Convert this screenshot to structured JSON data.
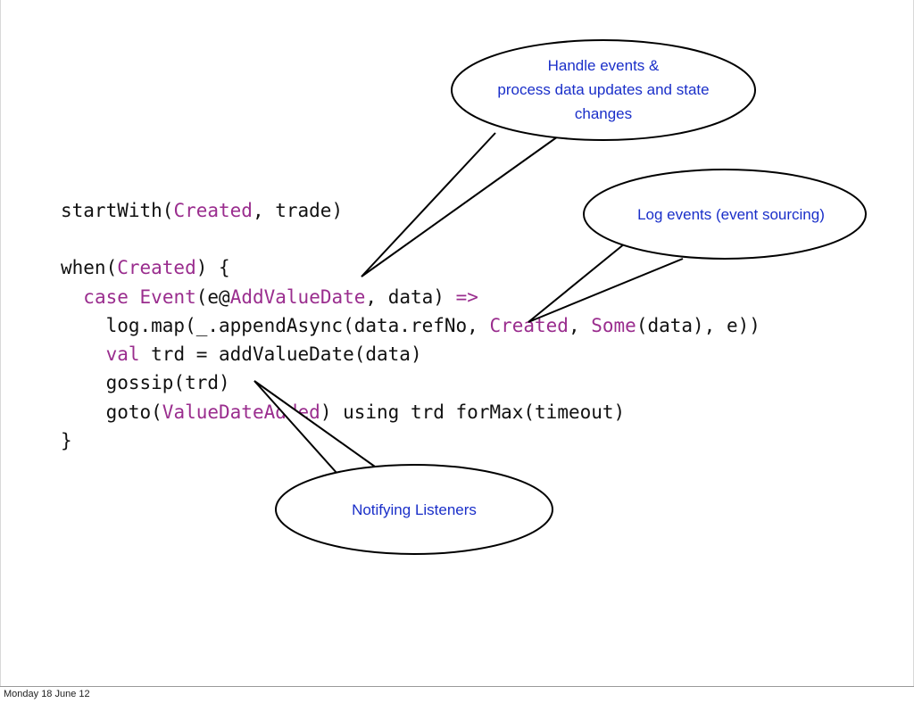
{
  "code_lines": [
    [
      {
        "t": "startWith("
      },
      {
        "t": "Created",
        "k": true
      },
      {
        "t": ", trade)"
      }
    ],
    [],
    [
      {
        "t": "when("
      },
      {
        "t": "Created",
        "k": true
      },
      {
        "t": ") {"
      }
    ],
    [
      {
        "t": "  "
      },
      {
        "t": "case",
        "k": true
      },
      {
        "t": " "
      },
      {
        "t": "Event",
        "k": true
      },
      {
        "t": "(e@"
      },
      {
        "t": "AddValueDate",
        "k": true
      },
      {
        "t": ", data) "
      },
      {
        "t": "=>",
        "k": true
      }
    ],
    [
      {
        "t": "    log.map(_.appendAsync(data.refNo, "
      },
      {
        "t": "Created",
        "k": true
      },
      {
        "t": ", "
      },
      {
        "t": "Some",
        "k": true
      },
      {
        "t": "(data), e))"
      }
    ],
    [
      {
        "t": "    "
      },
      {
        "t": "val",
        "k": true
      },
      {
        "t": " trd = addValueDate(data)"
      }
    ],
    [
      {
        "t": "    gossip(trd)"
      }
    ],
    [
      {
        "t": "    goto("
      },
      {
        "t": "ValueDateAdded",
        "k": true
      },
      {
        "t": ") using trd forMax(timeout)"
      }
    ],
    [
      {
        "t": "}"
      }
    ]
  ],
  "callouts": {
    "handle_events": {
      "line1": "Handle events &",
      "line2": "process data updates and state",
      "line3": "changes"
    },
    "log_events": {
      "text": "Log events (event sourcing)"
    },
    "notifying": {
      "text": "Notifying Listeners"
    }
  },
  "footer": {
    "date": "Monday 18 June 12"
  },
  "colors": {
    "keyword": "#9a2d8e",
    "callout_text": "#1a2fc9",
    "code_text": "#111111"
  }
}
